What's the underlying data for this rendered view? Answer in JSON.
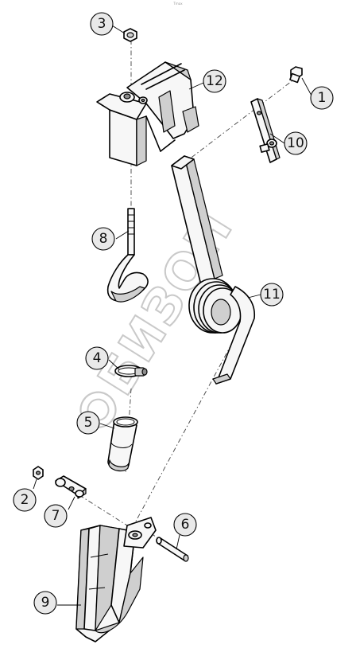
{
  "header": {
    "tiny_text": "Tmax"
  },
  "watermark": {
    "text": "БИЗОН"
  },
  "callouts": [
    {
      "id": "c1",
      "label": "1"
    },
    {
      "id": "c2",
      "label": "2"
    },
    {
      "id": "c3",
      "label": "3"
    },
    {
      "id": "c4",
      "label": "4"
    },
    {
      "id": "c5",
      "label": "5"
    },
    {
      "id": "c6",
      "label": "6"
    },
    {
      "id": "c7",
      "label": "7"
    },
    {
      "id": "c8",
      "label": "8"
    },
    {
      "id": "c9",
      "label": "9"
    },
    {
      "id": "c10",
      "label": "10"
    },
    {
      "id": "c11",
      "label": "11"
    },
    {
      "id": "c12",
      "label": "12"
    }
  ]
}
